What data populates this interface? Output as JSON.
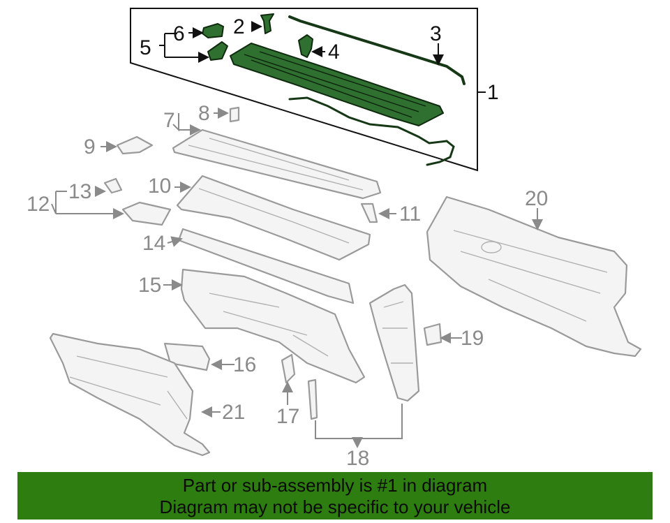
{
  "callouts": {
    "c1": "1",
    "c2": "2",
    "c3": "3",
    "c4": "4",
    "c5": "5",
    "c6": "6",
    "c7": "7",
    "c8": "8",
    "c9": "9",
    "c10": "10",
    "c11": "11",
    "c12": "12",
    "c13": "13",
    "c14": "14",
    "c15": "15",
    "c16": "16",
    "c17": "17",
    "c18": "18",
    "c19": "19",
    "c20": "20",
    "c21": "21"
  },
  "banner": {
    "line1": "Part or sub-assembly is #1 in diagram",
    "line2": "Diagram may not be specific to your vehicle"
  },
  "colors": {
    "highlight_green": "#2f6f2f",
    "banner_green": "#2e7d10",
    "part_grey": "#9a9a9a"
  }
}
